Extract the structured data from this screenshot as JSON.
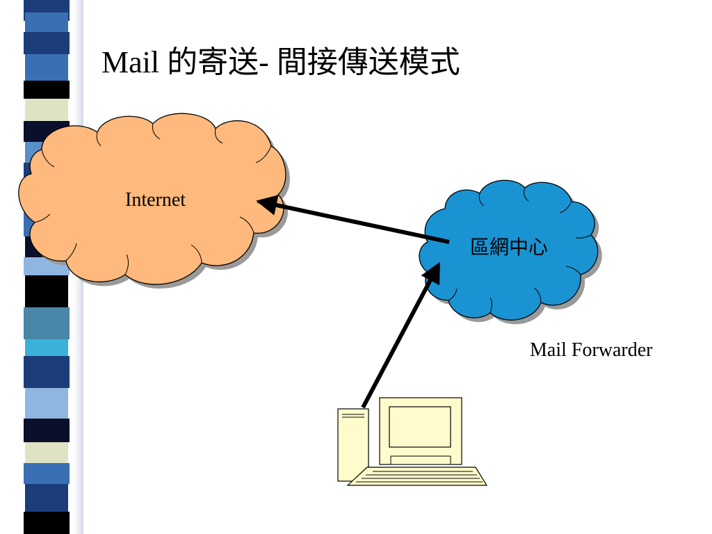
{
  "slide": {
    "title": "Mail 的寄送- 間接傳送模式"
  },
  "diagram": {
    "internet_cloud": {
      "label": "Internet",
      "color": "#ffb97c"
    },
    "center_cloud": {
      "label": "區網中心",
      "color": "#1a93d2"
    },
    "forwarder_caption": "Mail Forwarder",
    "computer": {
      "icon": "desktop-computer-icon",
      "color": "#fffbcc"
    },
    "arrows": [
      {
        "from": "computer",
        "to": "center_cloud"
      },
      {
        "from": "center_cloud",
        "to": "internet_cloud"
      }
    ]
  },
  "theme": {
    "strip_colors": [
      "#0a0f2a",
      "#1c3d7a",
      "#3a6fb3",
      "#5b8fc7",
      "#8fb6e0",
      "#dfe3c4",
      "#3bb0d8",
      "#000000",
      "#4a86a8"
    ]
  }
}
